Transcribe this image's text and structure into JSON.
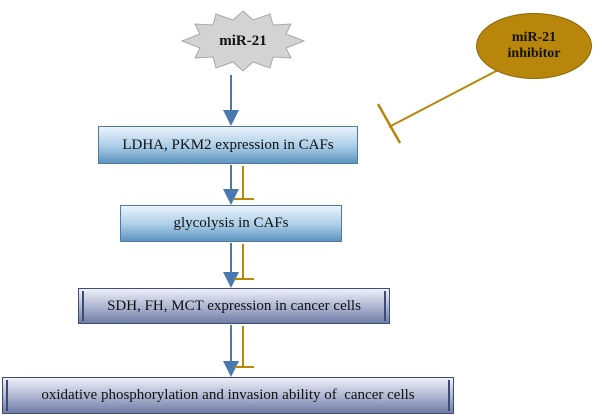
{
  "nodes": {
    "mir21": "miR-21",
    "inhibitor_line1": "miR-21",
    "inhibitor_line2": "inhibitor",
    "ldha_pkm2": "LDHA, PKM2 expression in CAFs",
    "glycolysis": "glycolysis in CAFs",
    "sdh_fh_mct": "SDH, FH, MCT expression in cancer cells",
    "oxphos": "oxidative phosphorylation and invasion ability of  cancer cells"
  },
  "colors": {
    "arrow": "#4a78b0",
    "inhibit": "#b8860b",
    "star_fill": "#d3d3d3",
    "oval_fill": "#b8860b"
  }
}
